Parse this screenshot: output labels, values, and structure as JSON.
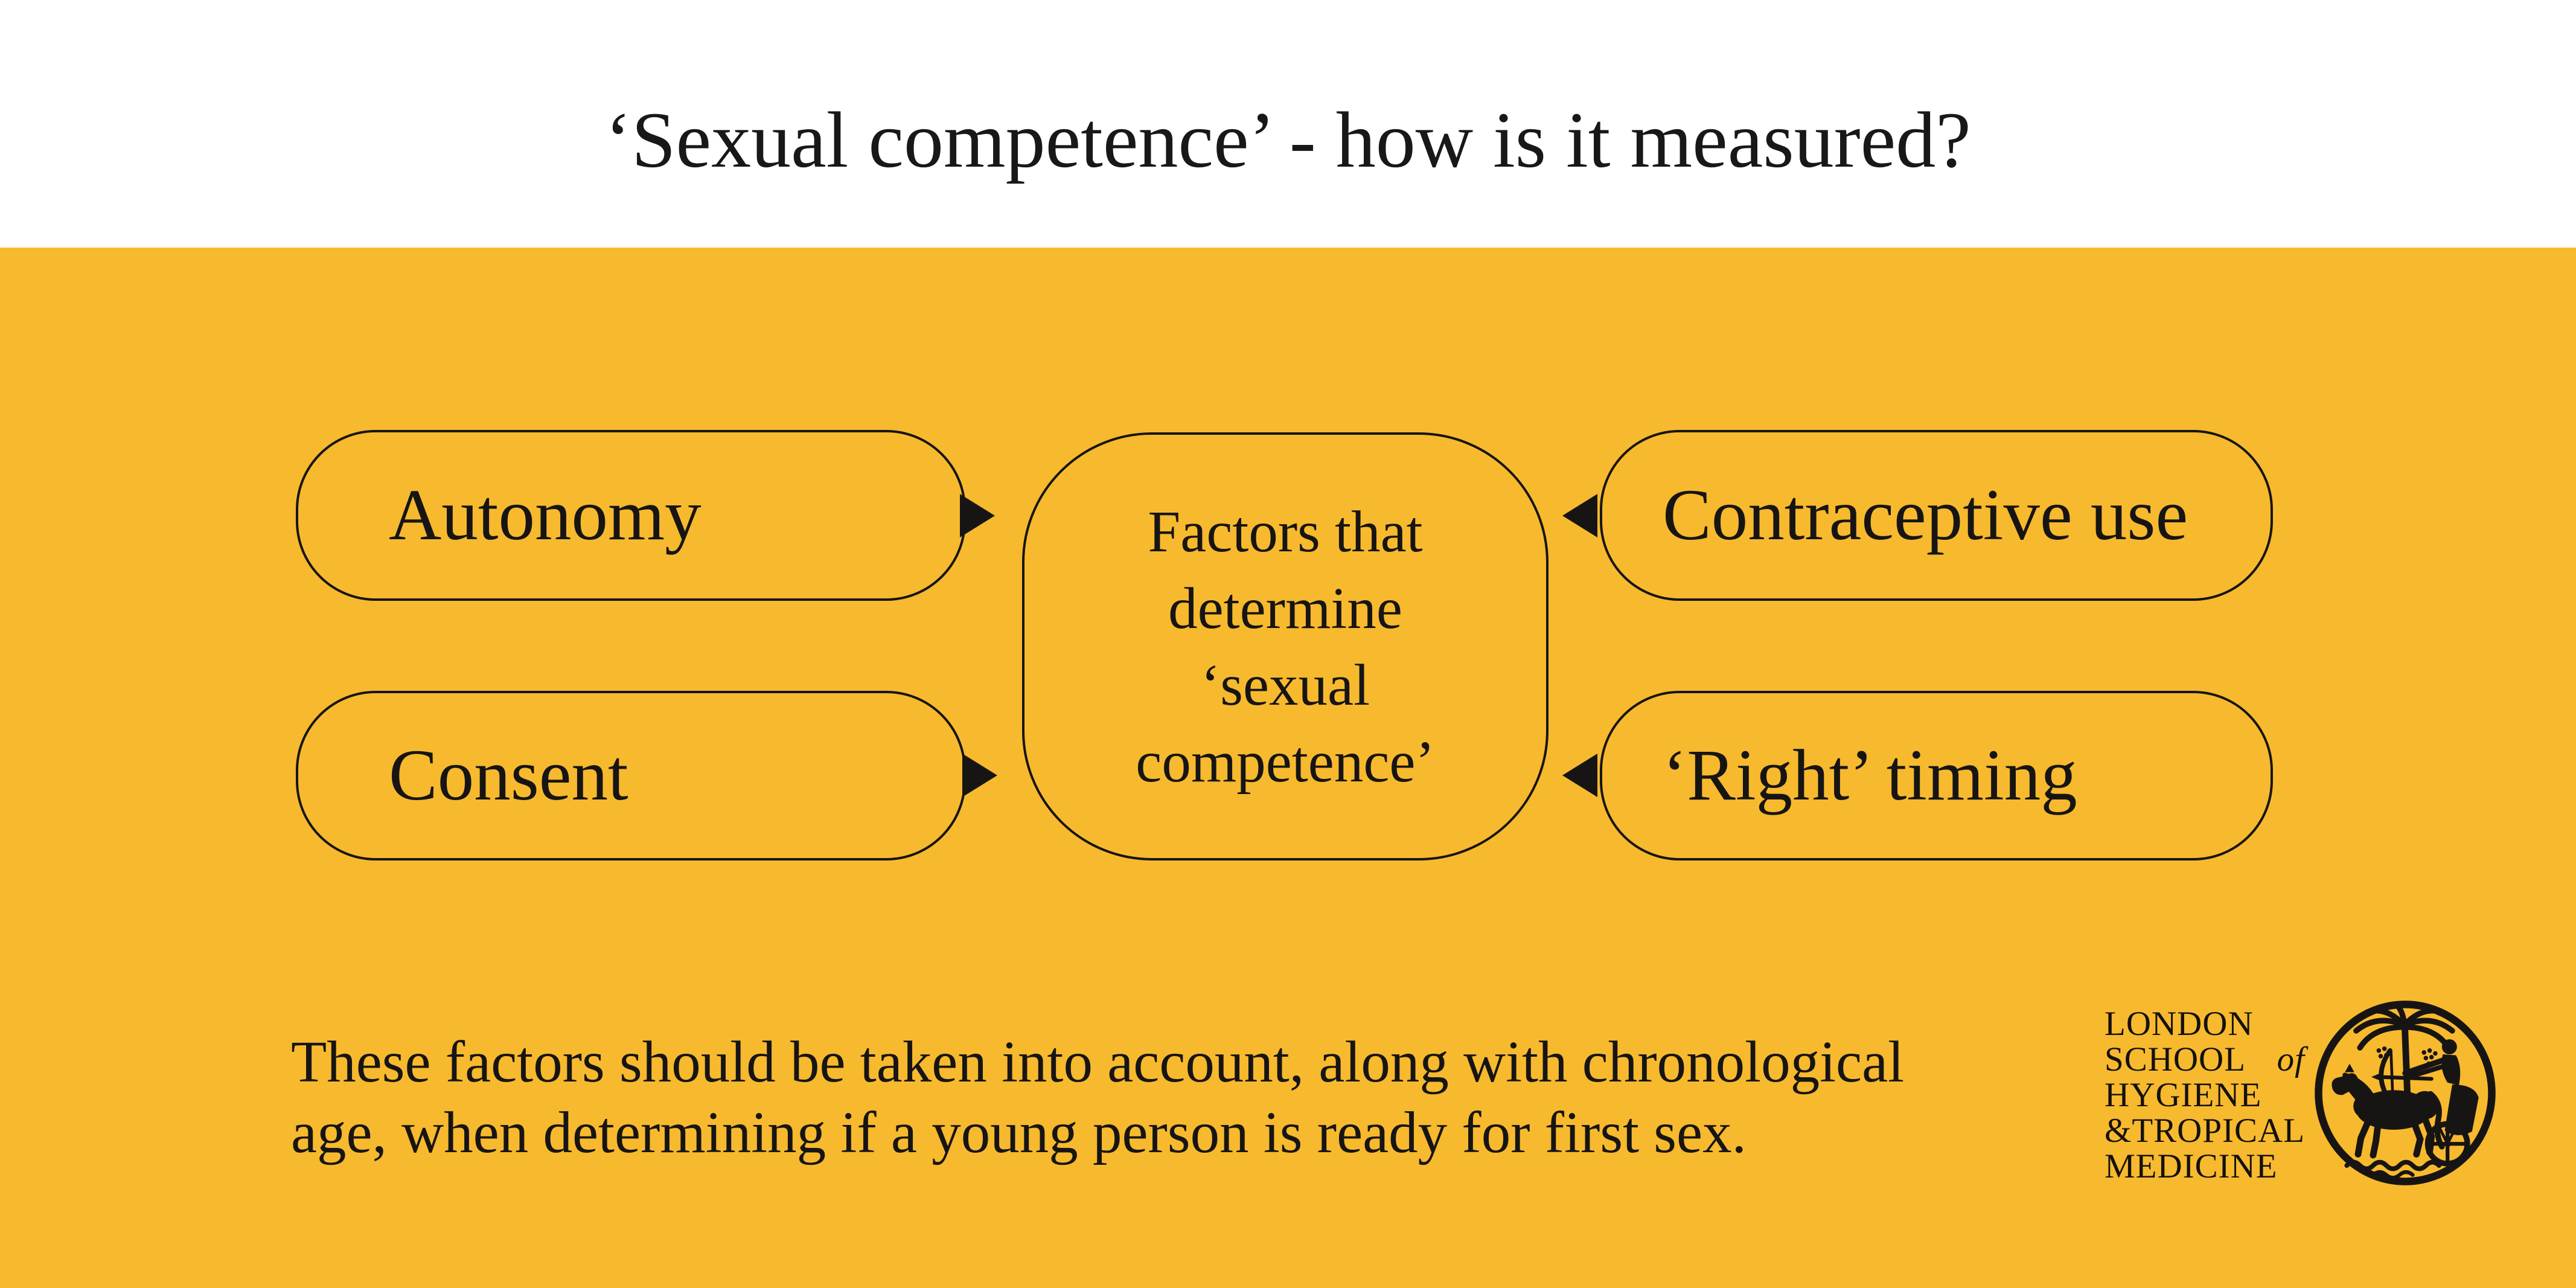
{
  "colors": {
    "background": "#F7B92E",
    "header_bg": "#FFFFFF",
    "ink": "#171514"
  },
  "header": {
    "title": "‘Sexual competence’ - how is it measured?"
  },
  "diagram": {
    "left": [
      {
        "label": "Autonomy"
      },
      {
        "label": "Consent"
      }
    ],
    "center": {
      "line1": "Factors that",
      "line2": "determine",
      "line3": "‘sexual",
      "line4": "competence’"
    },
    "right": [
      {
        "label": "Contraceptive use"
      },
      {
        "label": "‘Right’ timing"
      }
    ]
  },
  "caption": {
    "line1": "These factors should be taken into account, along with chronological",
    "line2": "age, when determining if a young person is ready for first sex."
  },
  "logo": {
    "line1": "LONDON",
    "line2_word": "SCHOOL",
    "line2_of": "of",
    "line3": "HYGIENE",
    "line4": "&TROPICAL",
    "line5": "MEDICINE",
    "emblem": "lshtm-crest"
  }
}
